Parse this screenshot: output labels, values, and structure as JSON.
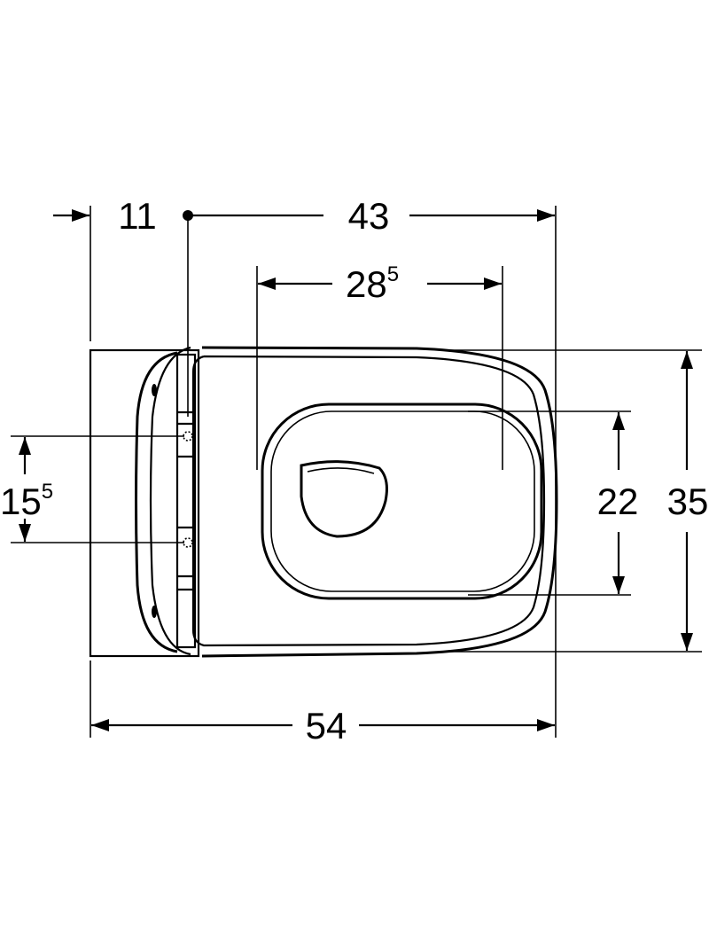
{
  "dimensions": {
    "offset_left": {
      "value": "11"
    },
    "axis_to_front": {
      "value": "43"
    },
    "opening_width": {
      "value": "28",
      "superscript": "5"
    },
    "fixing_spacing": {
      "value": "15",
      "superscript": "5"
    },
    "opening_depth": {
      "value": "22"
    },
    "total_width": {
      "value": "35"
    },
    "total_length": {
      "value": "54"
    }
  },
  "colors": {
    "line": "#000000",
    "background": "#ffffff"
  }
}
